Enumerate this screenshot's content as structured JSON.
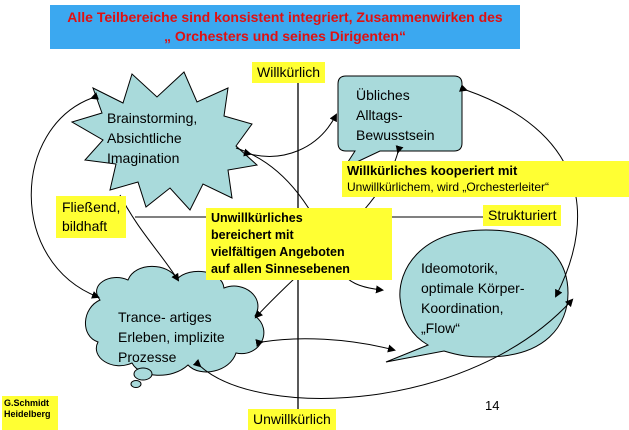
{
  "title": {
    "line1": "Alle Teilbereiche sind konsistent integriert, Zusammenwirken des",
    "line2": "„ Orchesters und seines Dirigenten“"
  },
  "axes": {
    "top": "Willkürlich",
    "bottom": "Unwillkürlich",
    "left_line1": "Fließend,",
    "left_line2": "bildhaft",
    "right": "Strukturiert"
  },
  "nodes": {
    "brainstorming": [
      "Brainstorming,",
      "Absichtliche",
      "Imagination"
    ],
    "alltag": [
      "Übliches",
      "Alltags-",
      "Bewusstsein"
    ],
    "trance": [
      "Trance- artiges",
      "Erleben, implizite",
      "Prozesse"
    ],
    "ideomotorik": [
      "Ideomotorik,",
      "optimale Körper-",
      "Koordination,",
      "„Flow“"
    ]
  },
  "callouts": {
    "kooperiert_line1": "Willkürliches kooperiert mit",
    "kooperiert_line2": "Unwillkürlichem, wird „Orchesterleiter“",
    "bereichert": [
      "Unwillkürliches",
      "bereichert mit",
      "vielfältigen Angeboten",
      "auf allen Sinnesebenen"
    ]
  },
  "page_number": "14",
  "author": [
    "G.Schmidt",
    "Heidelberg"
  ],
  "colors": {
    "node_fill": "#a9dadb",
    "highlight": "#ffff33",
    "title_bg": "#3ba8f0",
    "title_text": "#e01010"
  }
}
